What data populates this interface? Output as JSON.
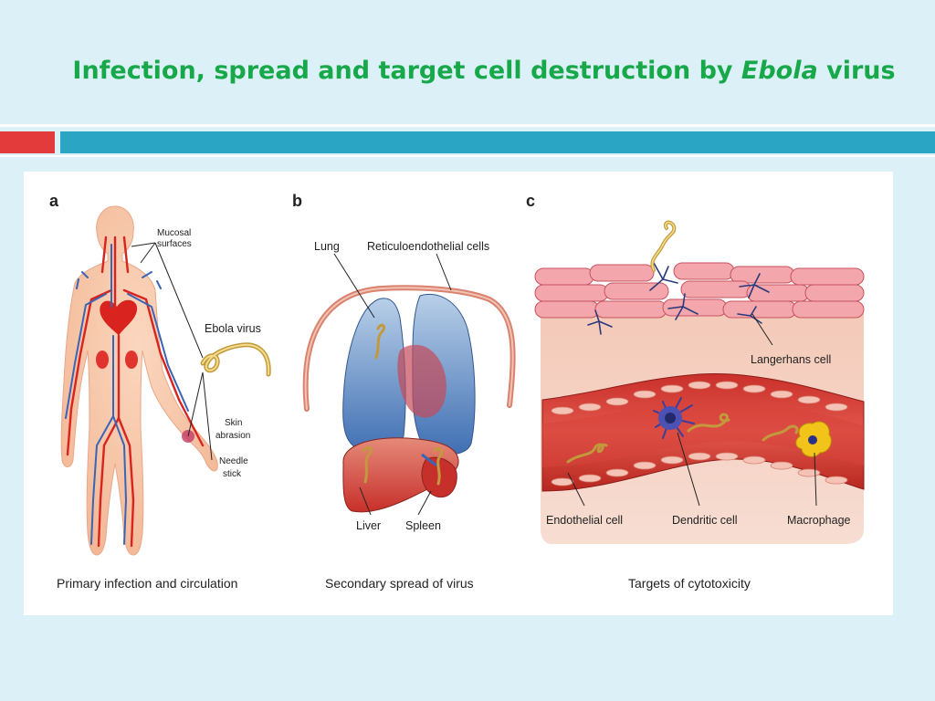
{
  "slide": {
    "title_prefix": "Infection, spread and target cell destruction by ",
    "title_italic": "Ebola",
    "title_suffix": " virus"
  },
  "colors": {
    "background": "#dcf1f7",
    "title_green": "#17a84a",
    "bar_red": "#e33b3b",
    "bar_blue": "#2aa6c4"
  },
  "panels": {
    "a": {
      "letter": "a",
      "caption": "Primary infection and circulation",
      "labels": {
        "mucosal_1": "Mucosal",
        "mucosal_2": "surfaces",
        "virus": "Ebola virus",
        "skin_1": "Skin",
        "skin_2": "abrasion",
        "needle_1": "Needle",
        "needle_2": "stick"
      }
    },
    "b": {
      "letter": "b",
      "caption": "Secondary spread of virus",
      "labels": {
        "lung": "Lung",
        "reticulo": "Reticuloendothelial cells",
        "liver": "Liver",
        "spleen": "Spleen"
      }
    },
    "c": {
      "letter": "c",
      "caption": "Targets of cytotoxicity",
      "labels": {
        "langerhans": "Langerhans cell",
        "endothelial": "Endothelial cell",
        "dendritic": "Dendritic cell",
        "macrophage": "Macrophage"
      }
    }
  }
}
